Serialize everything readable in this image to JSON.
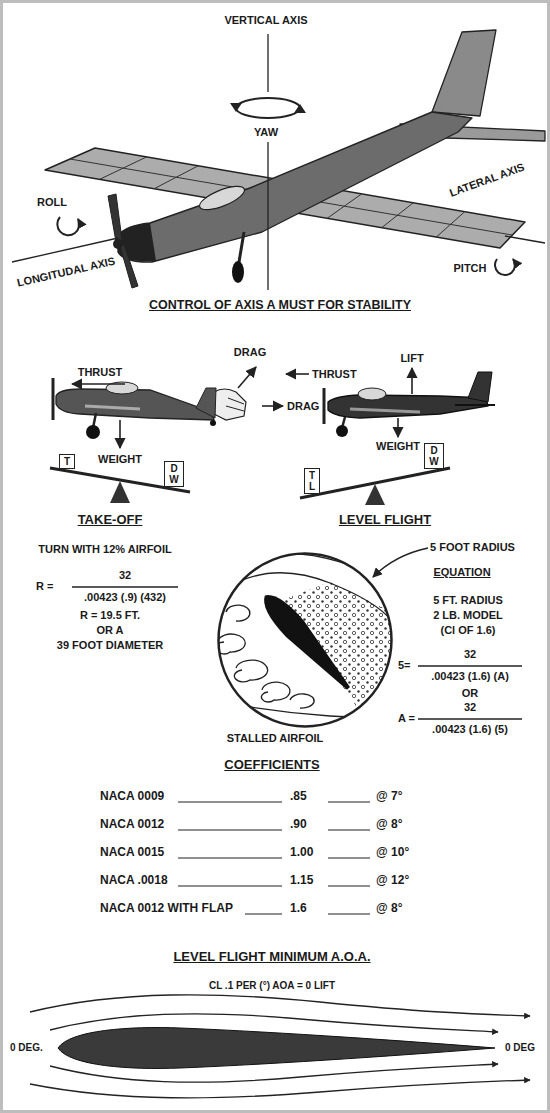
{
  "diagram": {
    "nodes": [
      {
        "text": [
          "T"
        ]
      },
      {
        "text": [
          "D",
          "W"
        ]
      },
      {
        "text": [
          "T",
          "L"
        ]
      },
      {
        "text": [
          "D",
          "W"
        ]
      },
      {
        "text": [
          "STALLED AIRFOIL"
        ]
      }
    ],
    "labels": [
      "VERTICAL AXIS",
      "YAW",
      "ROLL",
      "LONGITUDAL AXIS",
      "LATERAL AXIS",
      "PITCH",
      "CONTROL OF AXIS A MUST FOR STABILITY",
      "THRUST",
      "DRAG",
      "WEIGHT",
      "TAKE-OFF",
      "LEVEL FLIGHT",
      "THRUST",
      "LIFT",
      "DRAG",
      "WEIGHT",
      "TURN WITH 12% AIRFOIL",
      "R =",
      "32",
      ".00423 (.9) (432)",
      "R = 19.5 FT.",
      "OR A",
      "39 FOOT DIAMETER",
      "5 FOOT RADIUS",
      "EQUATION",
      "5 FT. RADIUS",
      "2 LB. MODEL",
      "(Cl OF 1.6)",
      "5=",
      "32",
      ".00423 (1.6) (A)",
      "OR",
      "A =",
      "32",
      ".00423 (1.6) (5)",
      "COEFFICIENTS",
      "NACA 0009",
      ".85",
      "@ 7°",
      "NACA 0012",
      ".90",
      "@ 8°",
      "NACA 0015",
      "1.00",
      "@ 10°",
      "NACA .0018",
      "1.15",
      "@ 12°",
      "NACA 0012 WITH FLAP",
      "1.6",
      "@ 8°",
      "LEVEL FLIGHT MINIMUM A.O.A.",
      "CL .1 PER (°) AOA = 0 LIFT",
      "0 DEG.",
      "0 DEG"
    ]
  }
}
